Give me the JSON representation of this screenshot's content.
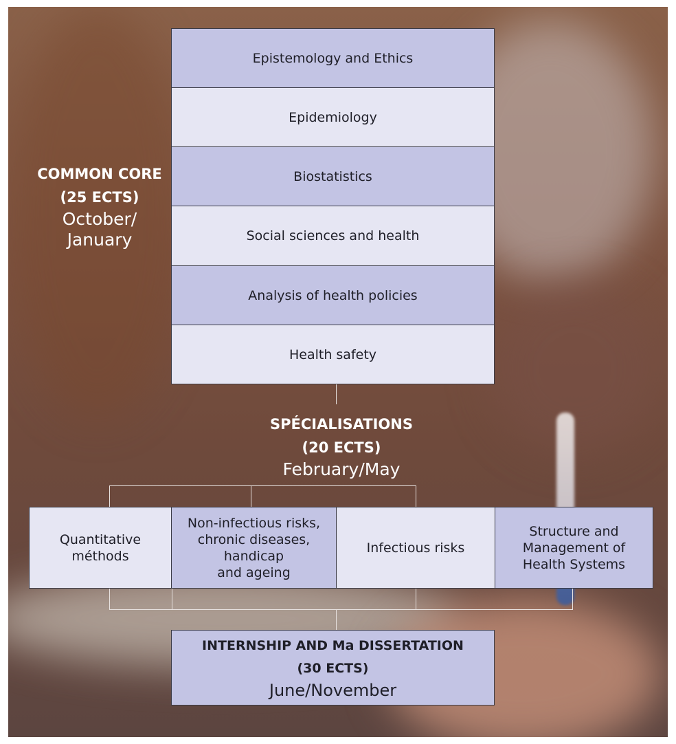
{
  "common_core": {
    "title": "COMMON CORE",
    "ects": "(25 ECTS)",
    "period_line1": "October/",
    "period_line2": "January",
    "modules": [
      "Epistemology and Ethics",
      "Epidemiology",
      "Biostatistics",
      "Social sciences and health",
      "Analysis of health policies",
      "Health safety"
    ]
  },
  "specialisations": {
    "title": "SPÉCIALISATIONS",
    "ects": "(20 ECTS)",
    "period": "February/May",
    "options": [
      {
        "line1": "Quantitative",
        "line2": "méthods"
      },
      {
        "line1": "Non-infectious risks,",
        "line2": "chronic diseases,",
        "line3": "handicap",
        "line4": "and ageing"
      },
      {
        "line1": "Infectious risks"
      },
      {
        "line1": "Structure and",
        "line2": "Management of",
        "line3": "Health Systems"
      }
    ]
  },
  "internship": {
    "title": "INTERNSHIP AND Ma DISSERTATION",
    "ects": "(30 ECTS)",
    "period": "June/November"
  },
  "colors": {
    "box_dark": "#c3c4e4",
    "box_light": "#e6e6f3",
    "connector": "#e8e2e0"
  }
}
